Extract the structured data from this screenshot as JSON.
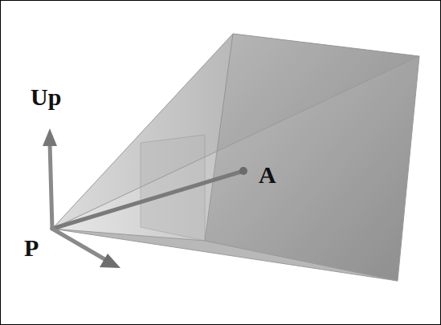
{
  "diagram": {
    "labels": [
      "Up",
      "A",
      "P"
    ]
  }
}
